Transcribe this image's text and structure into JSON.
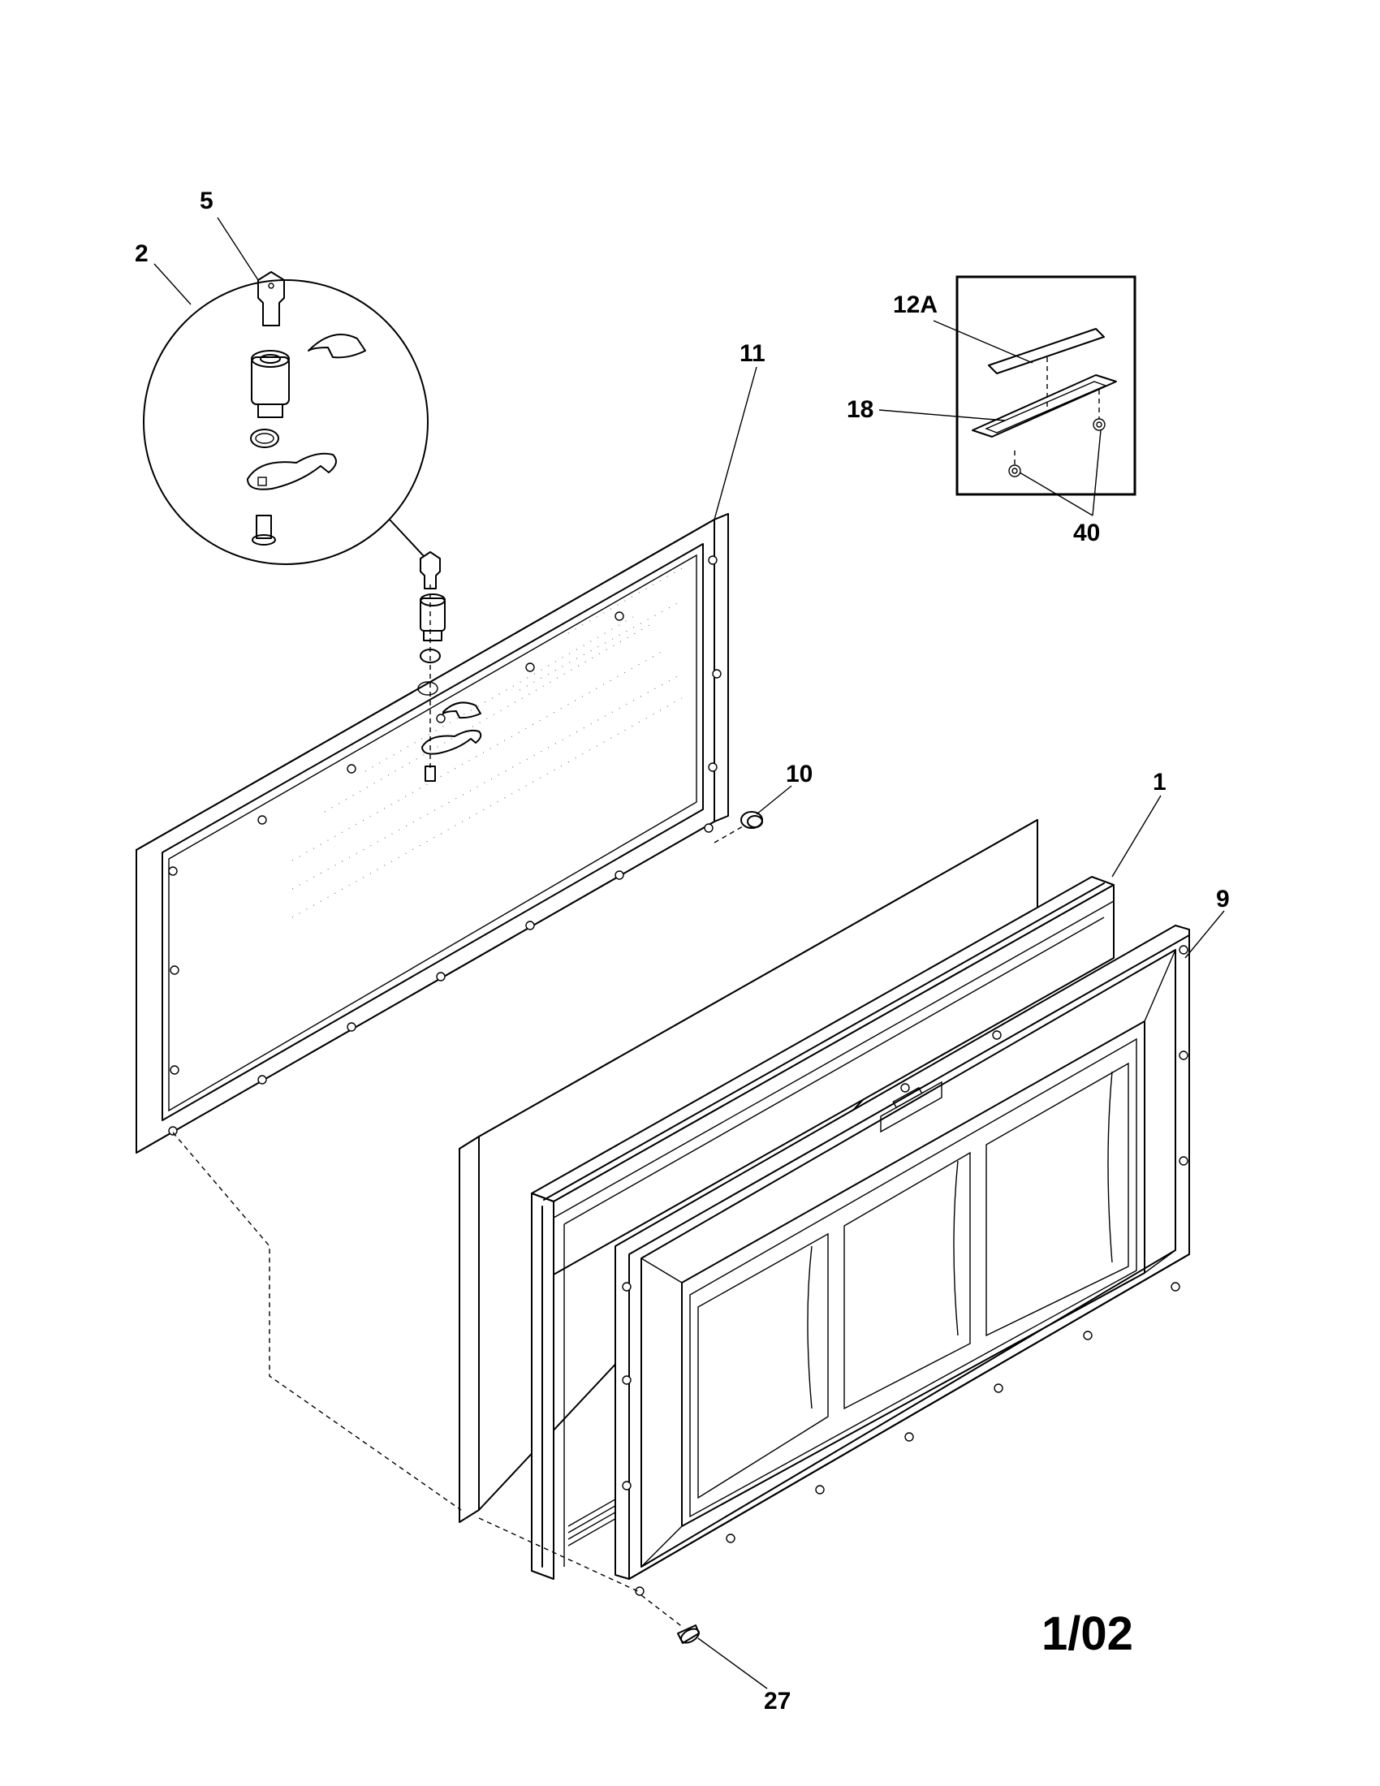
{
  "diagram": {
    "callouts": {
      "c1": "1",
      "c2": "2",
      "c5": "5",
      "c9": "9",
      "c10": "10",
      "c11": "11",
      "c12a": "12A",
      "c18": "18",
      "c27": "27",
      "c40": "40"
    },
    "page_code": "1/02"
  }
}
